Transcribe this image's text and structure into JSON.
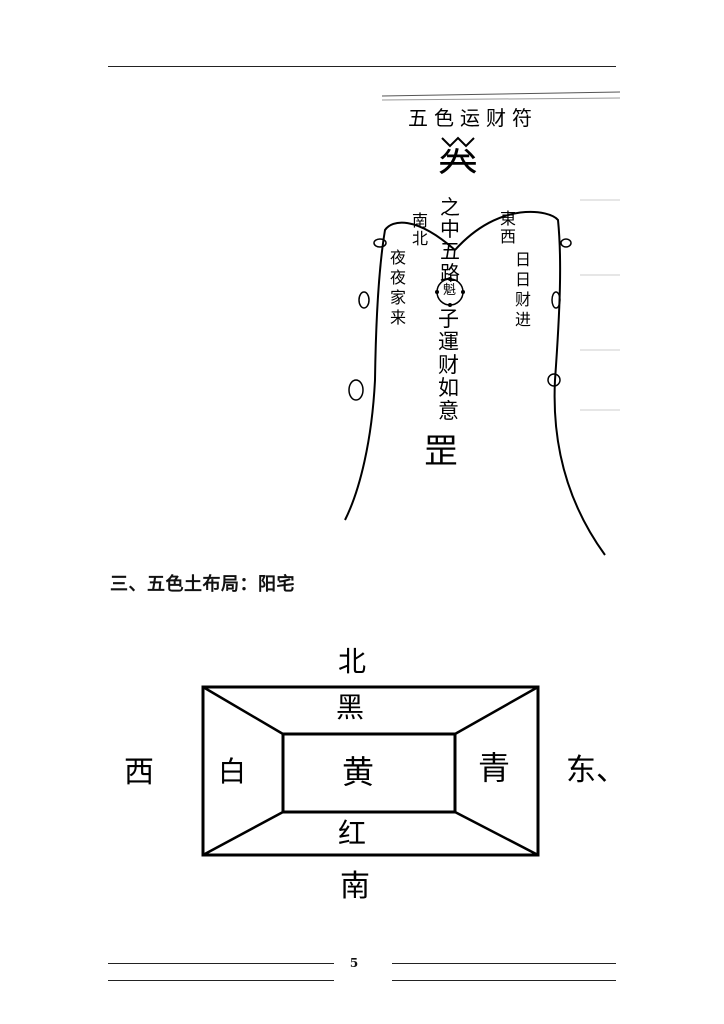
{
  "talisman": {
    "title": "五色运财符",
    "top_glyph": "𠔉",
    "left_col1": "南北",
    "left_col2": "夜夜家来",
    "center_col": "之中五路",
    "center_seal": "魁",
    "center_lower": "子運财如意",
    "right_col1": "東西",
    "right_col2": "日日财进",
    "bottom_glyph": "罡"
  },
  "section": {
    "heading": "三、五色土布局：阳宅"
  },
  "diagram": {
    "north": "北",
    "south": "南",
    "west": "西",
    "east": "东、",
    "top_color": "黑",
    "bottom_color": "红",
    "left_color": "白",
    "right_color": "青",
    "center_color": "黄"
  },
  "footer": {
    "page_number": "5"
  }
}
